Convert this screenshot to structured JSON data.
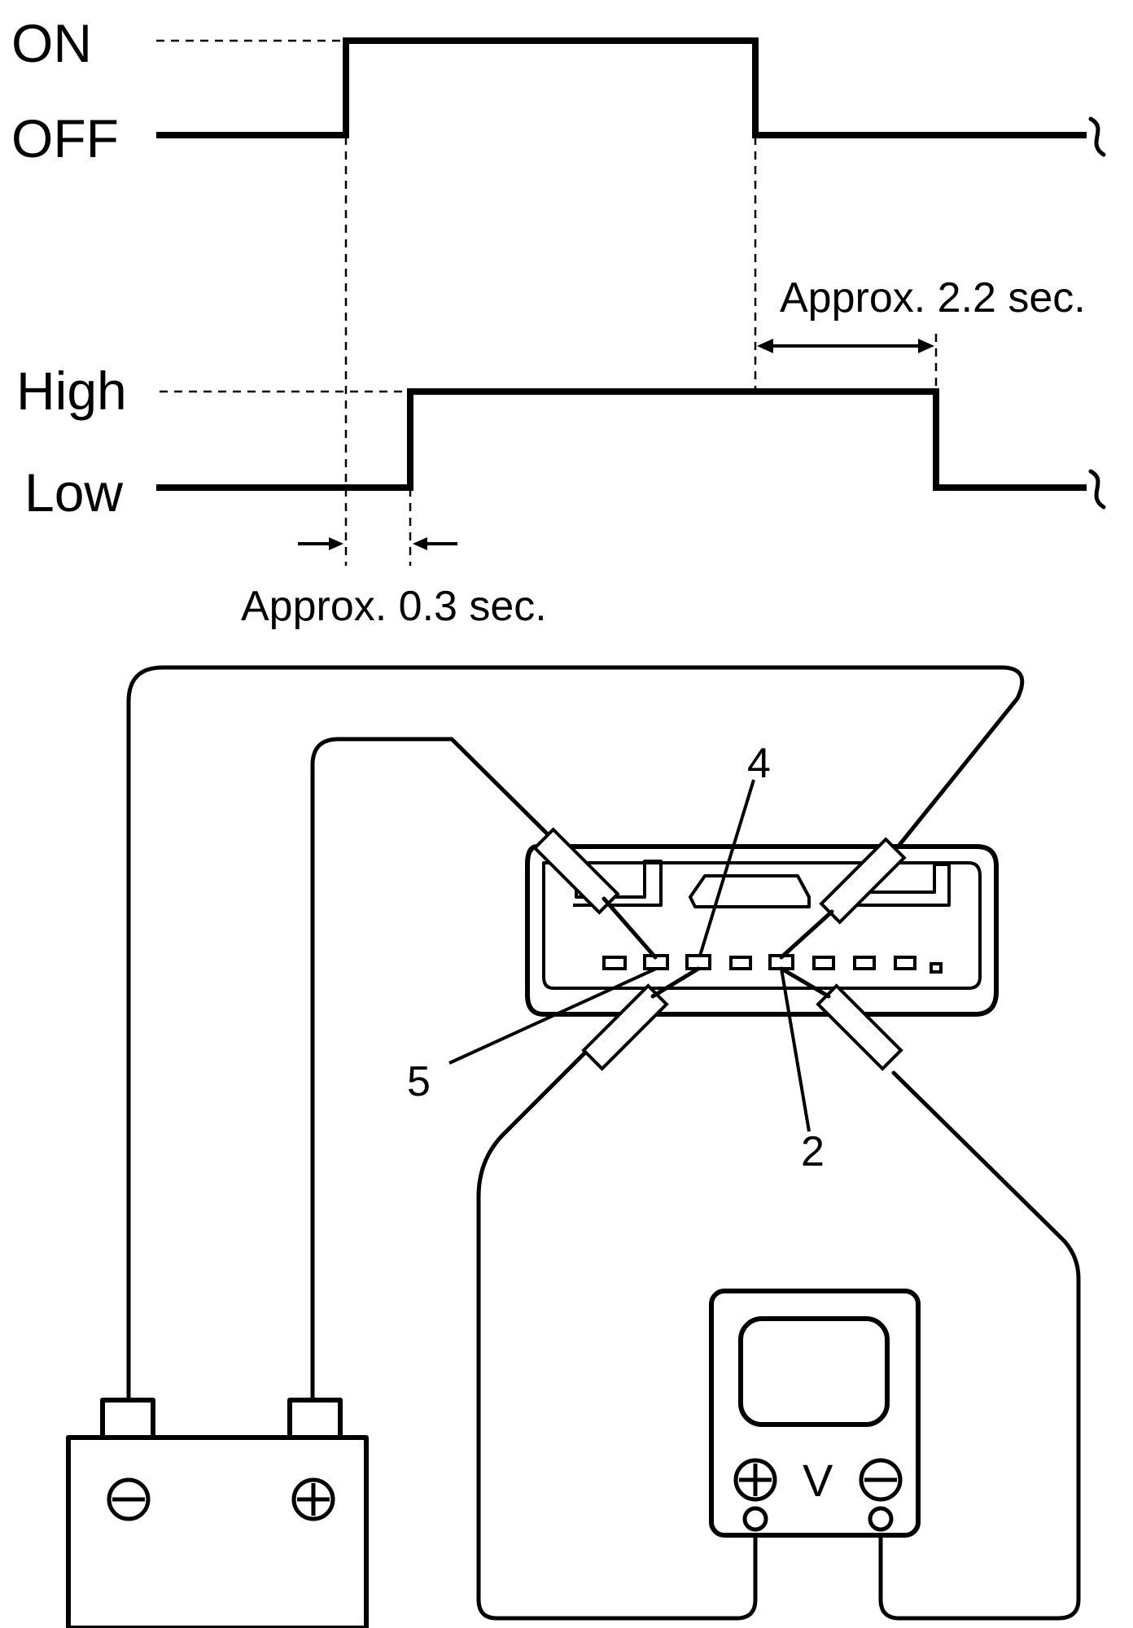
{
  "timing": {
    "switch_on": "ON",
    "switch_off": "OFF",
    "signal_high": "High",
    "signal_low": "Low",
    "delay_on": "Approx. 0.3 sec.",
    "delay_off": "Approx. 2.2 sec."
  },
  "connector": {
    "terminal_4": "4",
    "terminal_5": "5",
    "terminal_2": "2"
  },
  "voltmeter": {
    "unit": "V"
  }
}
